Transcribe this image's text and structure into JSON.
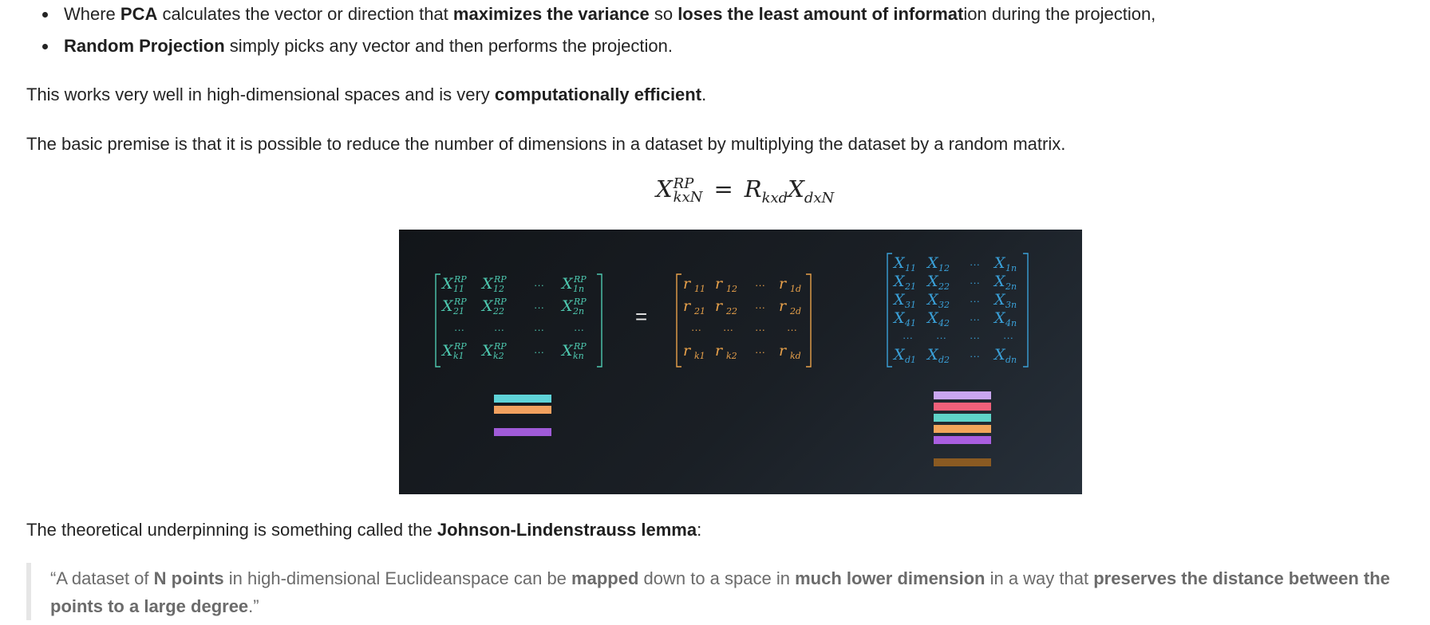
{
  "bullets": [
    {
      "pre": "Where ",
      "b1": "PCA",
      "mid1": " calculates the vector or direction that ",
      "b2": "maximizes the variance",
      "mid2": " so ",
      "b3": "loses the least amount of informat",
      "post": "ion during the projection,"
    },
    {
      "b1": "Random Projection",
      "post": " simply picks any vector and then performs the projection."
    }
  ],
  "para1": {
    "pre": "This works very well in high-dimensional spaces and is very ",
    "bold": "computationally efficient",
    "post": "."
  },
  "para2": "The basic premise is that it is possible to reduce the number of dimensions in a dataset by multiplying the dataset by a random matrix.",
  "formula": {
    "lhs": "X",
    "lhs_sup": "RP",
    "lhs_sub": "kxN",
    "eq": "=",
    "r": "R",
    "r_sub": "kxd",
    "x": "X",
    "x_sub": "dxN"
  },
  "figure": {
    "equals": "=",
    "colors": {
      "teal": "#4ec9b0",
      "orange": "#e8a14a",
      "blue": "#3aa0d8"
    },
    "left_matrix": {
      "rows": [
        [
          "X",
          "X",
          "...",
          "X"
        ],
        [
          "X",
          "X",
          "...",
          "X"
        ],
        [
          "...",
          "...",
          "...",
          "..."
        ],
        [
          "X",
          "X",
          "...",
          "X"
        ]
      ],
      "sup": "RP",
      "subs": [
        [
          "11",
          "12",
          "",
          "1n"
        ],
        [
          "21",
          "22",
          "",
          "2n"
        ],
        [
          "",
          "",
          "",
          ""
        ],
        [
          "k1",
          "k2",
          "",
          "kn"
        ]
      ]
    },
    "mid_matrix": {
      "rows": [
        [
          "r",
          "r",
          "...",
          "r"
        ],
        [
          "r",
          "r",
          "...",
          "r"
        ],
        [
          "...",
          "...",
          "...",
          "..."
        ],
        [
          "r",
          "r",
          "...",
          "r"
        ]
      ],
      "subs": [
        [
          "11",
          "12",
          "",
          "1d"
        ],
        [
          "21",
          "22",
          "",
          "2d"
        ],
        [
          "",
          "",
          "",
          ""
        ],
        [
          "k1",
          "k2",
          "",
          "kd"
        ]
      ]
    },
    "right_matrix": {
      "rows": [
        [
          "X",
          "X",
          "...",
          "X"
        ],
        [
          "X",
          "X",
          "...",
          "X"
        ],
        [
          "X",
          "X",
          "...",
          "X"
        ],
        [
          "X",
          "X",
          "...",
          "X"
        ],
        [
          "...",
          "...",
          "...",
          "..."
        ],
        [
          "X",
          "X",
          "...",
          "X"
        ]
      ],
      "subs": [
        [
          "11",
          "12",
          "",
          "1n"
        ],
        [
          "21",
          "22",
          "",
          "2n"
        ],
        [
          "31",
          "32",
          "",
          "3n"
        ],
        [
          "41",
          "42",
          "",
          "4n"
        ],
        [
          "",
          "",
          "",
          ""
        ],
        [
          "d1",
          "d2",
          "",
          "dn"
        ]
      ]
    },
    "left_bars": [
      "#5fd3d8",
      "#f2a15f",
      "gap",
      "#a05bd8"
    ],
    "right_bars": [
      "#c9a6f0",
      "#f0607a",
      "#5fd3c8",
      "#f2a55a",
      "#a95ee0",
      "gap",
      "#8a5a22"
    ]
  },
  "para3": {
    "pre": "The theoretical underpinning is something called the ",
    "bold": "Johnson-Lindenstrauss lemma",
    "post": ":"
  },
  "quote": {
    "open": "“A dataset of ",
    "b1": "N points",
    "t1": " in high-dimensional Euclideanspace can be ",
    "b2": "mapped",
    "t2": " down to a space in ",
    "b3": "much lower dimension",
    "t3": " in a way that ",
    "b4": "preserves the distance between the points to a large degree",
    "close": ".”"
  }
}
